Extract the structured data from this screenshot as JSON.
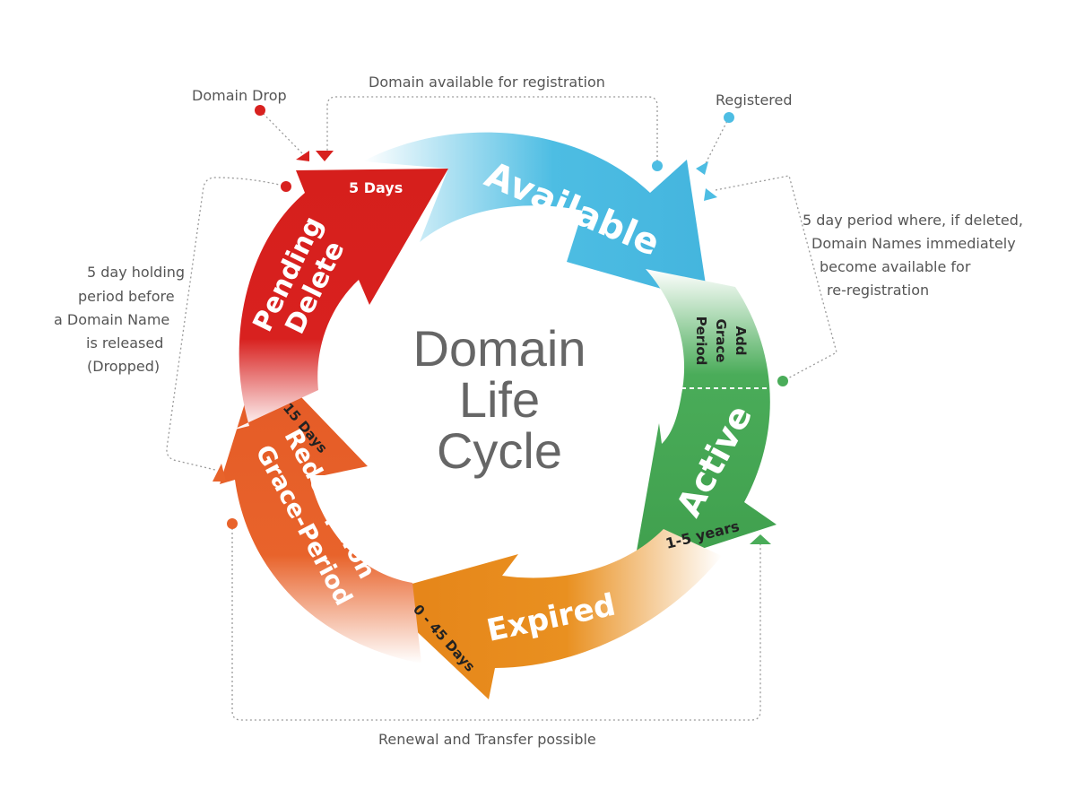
{
  "title": {
    "lines": [
      "Domain",
      "Life",
      "Cycle"
    ]
  },
  "stages": {
    "available": {
      "label": "Available"
    },
    "active": {
      "label": "Active",
      "duration": "1-5 years",
      "sub_label_lines": [
        "Add",
        "Grace",
        "Period"
      ]
    },
    "expired": {
      "label": "Expired",
      "duration": "0 - 45 Days"
    },
    "redemption": {
      "label_lines": [
        "Redemption",
        "Grace-Period"
      ],
      "duration": "15 Days"
    },
    "pending_delete": {
      "label_lines": [
        "Pending",
        "Delete"
      ],
      "duration": "5 Days"
    }
  },
  "annotations": {
    "domain_drop": "Domain Drop",
    "domain_available": "Domain available for registration",
    "registered": "Registered",
    "add_grace_note": [
      "5 day period where, if deleted,",
      "Domain Names immediately",
      "become available for",
      "re-registration"
    ],
    "holding_note": [
      "5 day holding",
      "period before",
      "a Domain Name",
      "is released",
      "(Dropped)"
    ],
    "renewal": "Renewal and Transfer possible"
  },
  "colors": {
    "available": "#4dbde3",
    "active": "#4aac59",
    "expired": "#e99020",
    "redemption": "#e8632b",
    "pending_delete": "#d8211f",
    "dot_red": "#d8211f",
    "dot_blue": "#4dbde3",
    "dot_green": "#4aac59",
    "dot_orange": "#e8632b",
    "text_gray": "#555555"
  }
}
